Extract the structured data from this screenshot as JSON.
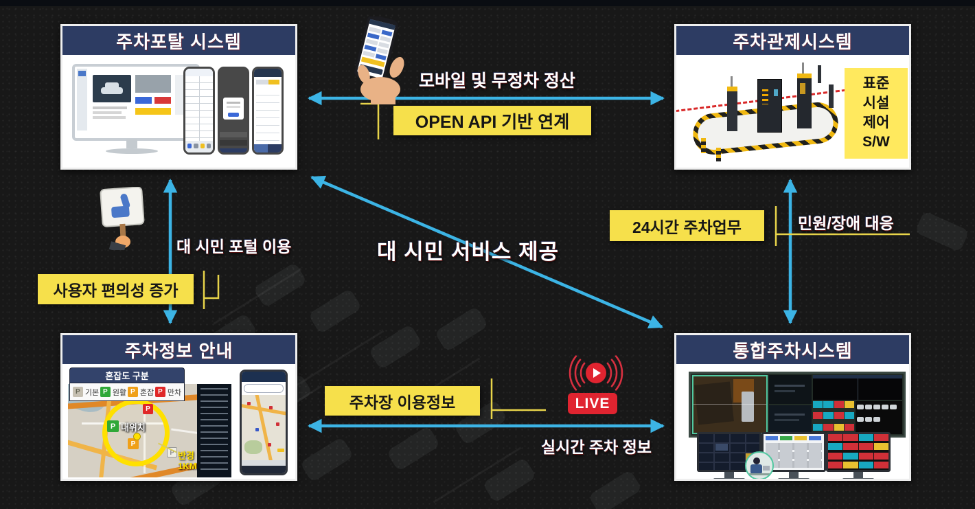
{
  "colors": {
    "accent_cyan": "#3cb4e5",
    "label_yellow": "#f6e04b",
    "header_navy": "#2d3c63",
    "live_red": "#e02430",
    "bracket_yellow": "#e8d44a",
    "map_circle_yellow": "#ffe000"
  },
  "boxes": {
    "portal": {
      "title": "주차포탈 시스템"
    },
    "control": {
      "title": "주차관제시스템",
      "side_note": [
        "표준",
        "시설",
        "제어",
        "S/W"
      ]
    },
    "info": {
      "title": "주차정보 안내",
      "legend": {
        "title": "혼잡도 구분",
        "marker": "P",
        "items": [
          {
            "label": "기본",
            "color": "#c6c0b2"
          },
          {
            "label": "원활",
            "color": "#2fa838"
          },
          {
            "label": "혼잡",
            "color": "#f0a018"
          },
          {
            "label": "만차",
            "color": "#e02828"
          }
        ]
      },
      "map": {
        "my_location": "내위치",
        "radius_top": "반경",
        "radius_bottom": "1KM"
      }
    },
    "integrated": {
      "title": "통합주차시스템"
    }
  },
  "connections": {
    "mobile_settlement": "모바일 및 무정차 정산",
    "open_api": "OPEN API 기반 연계",
    "citizen_service": "대 시민 서비스 제공",
    "citizen_portal": "대 시민 포털 이용",
    "user_convenience": "사용자 편의성 증가",
    "parking_24h": "24시간 주차업무",
    "complaint_response": "민원/장애 대응",
    "usage_info": "주차장 이용정보",
    "realtime_info": "실시간 주차 정보",
    "live_badge": "LIVE"
  }
}
